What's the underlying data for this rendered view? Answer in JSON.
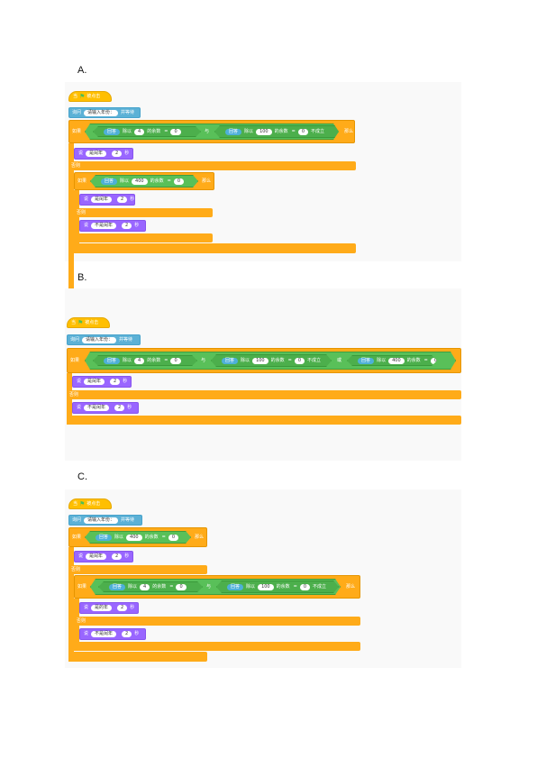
{
  "options": [
    {
      "label": "A."
    },
    {
      "label": "B."
    },
    {
      "label": "C."
    }
  ],
  "blocks": {
    "when": "当",
    "clicked": "被点击",
    "ask": "询问",
    "ask_prompt": "请输入年份：",
    "and_wait": "并等待",
    "if": "如果",
    "then": "那么",
    "else": "否则",
    "say": "说",
    "seconds": "秒",
    "two": "2",
    "answer": "回答",
    "mod": "除以",
    "remainder": "的余数",
    "eq": "=",
    "zero": "0",
    "four": "4",
    "hundred": "100",
    "four_hundred": "400",
    "and": "与",
    "or": "或",
    "not_hold": "不成立",
    "leap": "是闰年",
    "not_leap": "不是闰年",
    "leap_a": "是闰年",
    "leap_c2": "是的年"
  },
  "colors": {
    "events": "#ffbf00",
    "sensing": "#5cb1d6",
    "control": "#ffab19",
    "looks": "#9966ff",
    "operators": "#59c059"
  },
  "icons": {
    "flag": "green-flag-icon"
  }
}
